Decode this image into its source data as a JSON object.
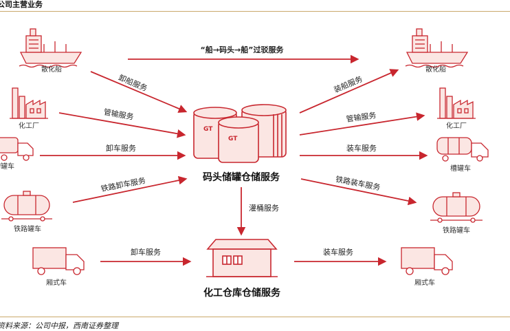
{
  "header": {
    "title": "公司主营业务"
  },
  "footer": {
    "source": "资料来源：公司中报，西南证券整理"
  },
  "colors": {
    "accent": "#c8262e",
    "rule": "#c9a86a",
    "icon_fill": "#fbe6e3"
  },
  "hubs": {
    "terminal": "码头储罐仓储服务",
    "warehouse": "化工仓库仓储服务",
    "tank_logo": "GT"
  },
  "left_nodes": {
    "ship": "散化船",
    "plant": "化工厂",
    "tanker_truck": "槽罐车",
    "rail_tanker": "铁路罐车",
    "box_truck": "厢式车"
  },
  "right_nodes": {
    "ship": "散化船",
    "plant": "化工厂",
    "tanker_truck": "槽罐车",
    "rail_tanker": "铁路罐车",
    "box_truck": "厢式车"
  },
  "services": {
    "transfer": "“船→码头→船”过驳服务",
    "unload_ship": "卸船服务",
    "pipeline_in": "管输服务",
    "unload_truck": "卸车服务",
    "rail_unload": "铁路卸车服务",
    "load_ship": "装船服务",
    "pipeline_out": "管输服务",
    "load_truck": "装车服务",
    "rail_load": "铁路装车服务",
    "drum_filling": "灌桶服务",
    "warehouse_unload": "卸车服务",
    "warehouse_load": "装车服务"
  }
}
